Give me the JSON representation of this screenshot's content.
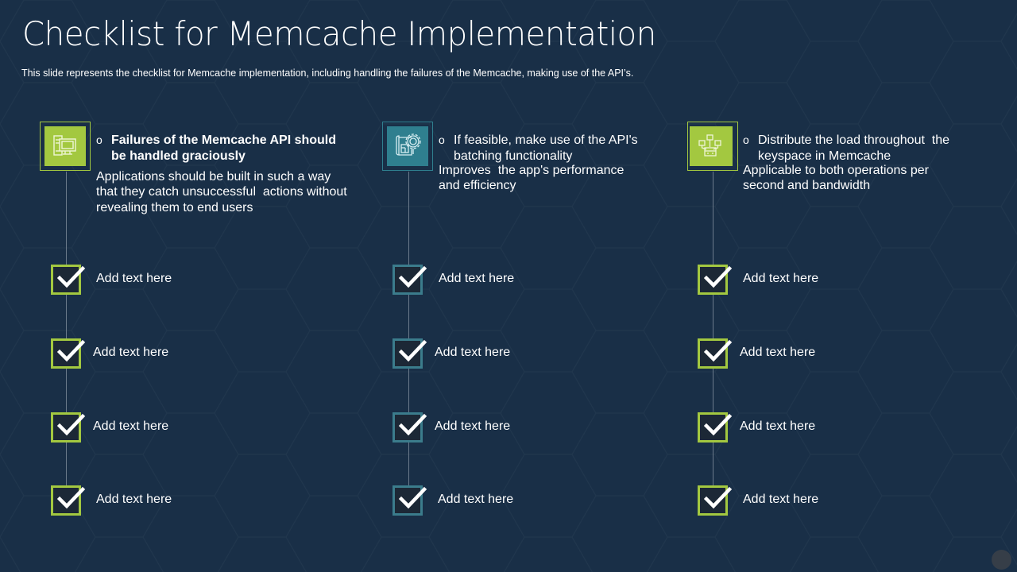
{
  "slide": {
    "title": "Checklist for Memcache Implementation",
    "subtitle": "This slide represents the checklist for Memcache implementation, including handling the failures of the Memcache, making use of the API’s.",
    "colors": {
      "background": "#192f47",
      "green_accent": "#a3c840",
      "teal_accent": "#2f7f8f",
      "text": "#ffffff"
    }
  },
  "columns": [
    {
      "icon": "computer-monitor-icon",
      "accent": "green",
      "bullet": "o",
      "heading": "Failures of the Memcache API should be handled graciously",
      "heading_line1": "Failures of the Memcache API should",
      "heading_line2": "be handled graciously",
      "description_lines": [
        "Applications should be built in such a way",
        "that they catch unsuccessful  actions without",
        "revealing them to end users"
      ],
      "items": [
        "Add text here",
        "Add text here",
        "Add text here",
        "Add text here"
      ]
    },
    {
      "icon": "blueprint-search-gear-icon",
      "accent": "teal",
      "bullet": "o",
      "heading_line1": "If feasible, make use of the API's",
      "heading_line2": "batching functionality",
      "description_lines": [
        "Improves  the app's performance",
        "and efficiency"
      ],
      "items": [
        "Add text here",
        "Add text here",
        "Add text here",
        "Add text here"
      ]
    },
    {
      "icon": "distributed-boxes-icon",
      "accent": "green",
      "bullet": "o",
      "heading_line1": "Distribute the load throughout  the",
      "heading_line2": "keyspace in Memcache",
      "description_lines": [
        "Applicable to both operations per",
        "second and bandwidth"
      ],
      "items": [
        "Add text here",
        "Add text here",
        "Add text here",
        "Add text here"
      ]
    }
  ]
}
